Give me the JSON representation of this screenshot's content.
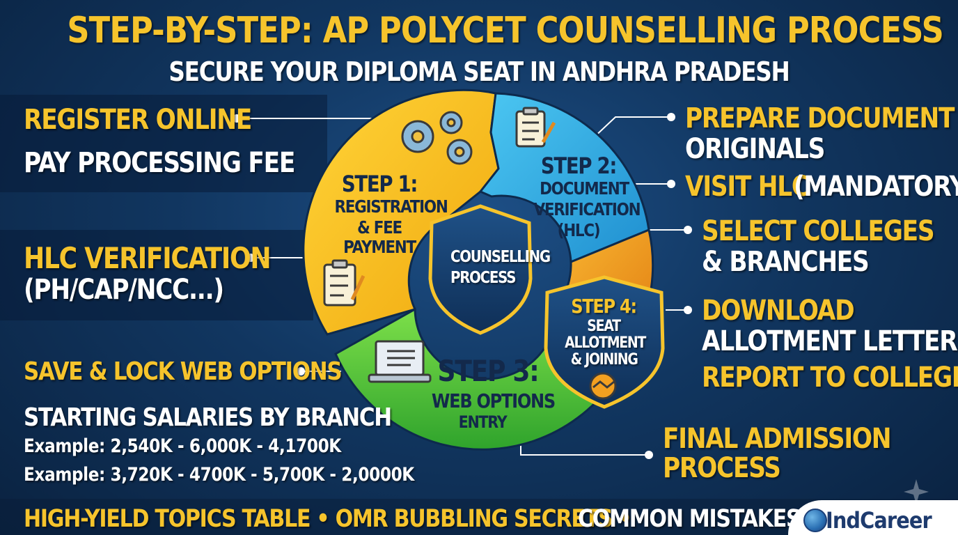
{
  "header": {
    "title": "STEP-BY-STEP: AP POLYCET COUNSELLING PROCESS",
    "subtitle": "SECURE YOUR DIPLOMA SEAT IN ANDHRA PRADESH"
  },
  "left": {
    "register_online": "REGISTER ONLINE",
    "pay_fee": "PAY PROCESSING FEE",
    "hlc_verification": "HLC VERIFICATION",
    "hlc_categories": "(PH/CAP/NCC...)",
    "save_lock": "SAVE & LOCK WEB OPTIONS",
    "salaries_title": "STARTING SALARIES BY BRANCH",
    "example_1": "Example: 2,540K - 6,000K - 4,1700K",
    "example_2": "Example: 3,720K - 4700K - 5,700K - 2,0000K"
  },
  "right": {
    "prepare_doc": "PREPARE DOCUMENT",
    "originals": "ORIGINALS",
    "visit_hlc_yellow": "VISIT HLC",
    "visit_hlc_white": "(MANDATORY)",
    "select_colleges": "SELECT COLLEGES",
    "branches": "& BRANCHES",
    "download": "DOWNLOAD",
    "allotment_letter": "ALLOTMENT LETTER",
    "report_college": "REPORT TO COLLEGE",
    "final_admission_1": "FINAL ADMISSION",
    "final_admission_2": "PROCESS"
  },
  "wheel": {
    "center_1": "COUNSELLING",
    "center_2": "PROCESS",
    "step1_title": "STEP 1:",
    "step1_line1": "REGISTRATION",
    "step1_line2": "& FEE",
    "step1_line3": "PAYMENT",
    "step2_title": "STEP 2:",
    "step2_line1": "DOCUMENT",
    "step2_line2": "VERIFICATION",
    "step2_line3": "(HLC)",
    "step3_title": "STEP 3:",
    "step3_line1": "WEB OPTIONS",
    "step3_line2": "ENTRY",
    "step4_title": "STEP 4:",
    "step4_line1": "SEAT",
    "step4_line2": "ALLOTMENT",
    "step4_line3": "& JOINING"
  },
  "footer": {
    "topics": "HIGH-YIELD TOPICS TABLE • OMR BUBBLING SECRETS •",
    "mistakes": "COMMON MISTAKES"
  },
  "logo": {
    "text_a": "ınd",
    "text_b": "Career",
    "text_full": "IndCareer"
  },
  "colors": {
    "accent_yellow": "#f6c42c",
    "step1_yellow": "#f5bc1a",
    "step2_blue": "#39b5e8",
    "step3_green": "#5ecf3a",
    "step4_orange": "#f3a020",
    "background_navy": "#113660"
  }
}
